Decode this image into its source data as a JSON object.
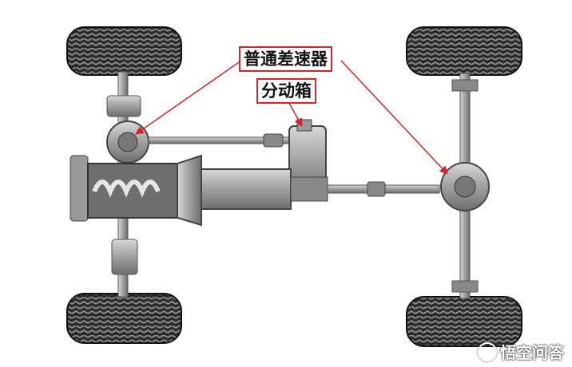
{
  "labels": {
    "differential": "普通差速器",
    "transfer_case": "分动箱"
  },
  "watermark": {
    "text": "悟空问答",
    "icon": "wukong-logo-icon"
  },
  "colors": {
    "label_border": "#d6242a",
    "arrow": "#d6242a",
    "tire": "#2b2b2b",
    "metal": "#9a9a9a"
  }
}
